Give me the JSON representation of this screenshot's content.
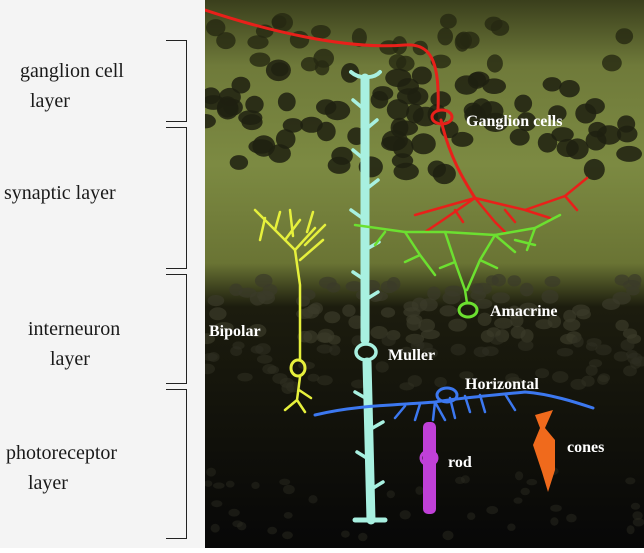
{
  "left_labels": {
    "ganglion_line1": "ganglion cell",
    "ganglion_line2": "layer",
    "synaptic": "synaptic layer",
    "interneuron_line1": "interneuron",
    "interneuron_line2": "layer",
    "photoreceptor_line1": "photoreceptor",
    "photoreceptor_line2": "layer"
  },
  "cell_labels": {
    "ganglion": "Ganglion cells",
    "amacrine": "Amacrine",
    "bipolar": "Bipolar",
    "muller": "Muller",
    "horizontal": "Horizontal",
    "rod": "rod",
    "cones": "cones"
  },
  "colors": {
    "ganglion": "#e8201a",
    "muller": "#a8f0e0",
    "bipolar": "#e6f03c",
    "amacrine": "#6ce030",
    "horizontal": "#3c78f0",
    "rod": "#c040d8",
    "cones": "#f06a1c"
  }
}
